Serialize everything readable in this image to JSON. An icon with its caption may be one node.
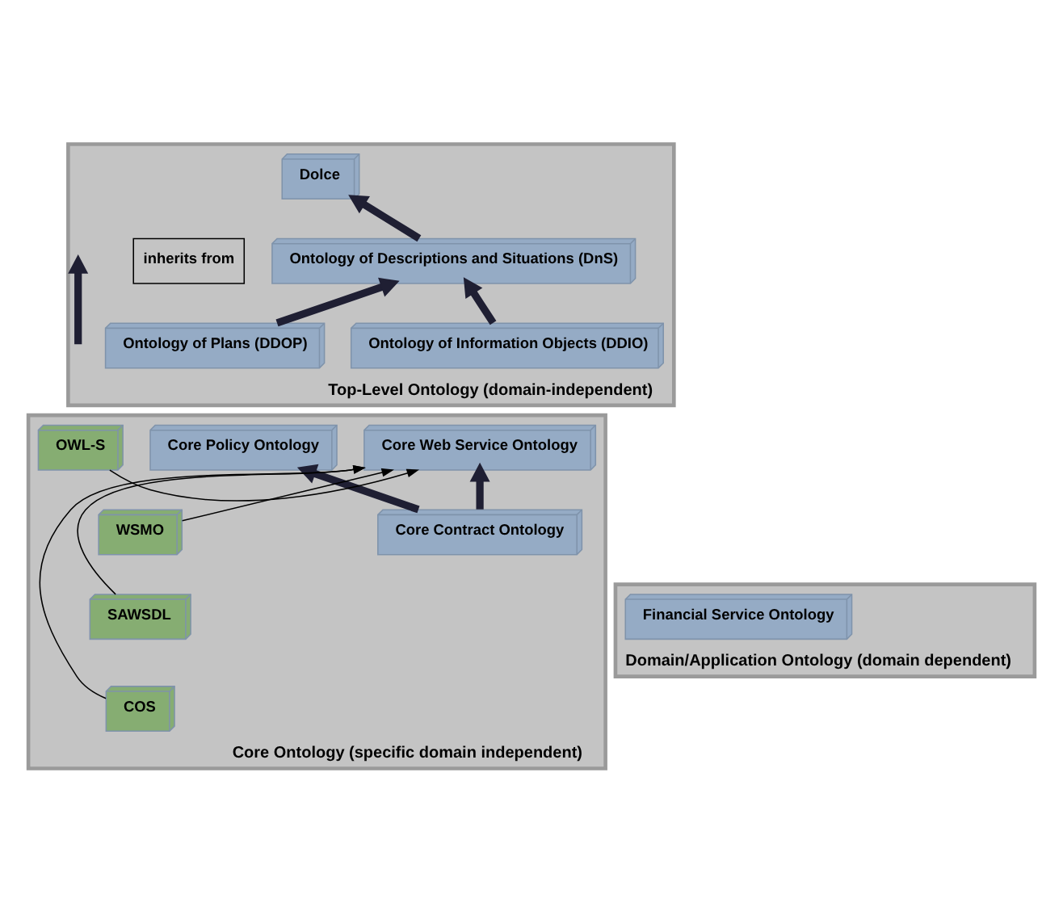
{
  "diagram": {
    "nodes": [
      {
        "text": [
          "Top-Level Ontology (domain-independent)"
        ]
      },
      {
        "text": [
          "Dolce"
        ],
        "in": 0
      },
      {
        "text": [
          "Ontology of Descriptions and Situations (DnS)"
        ],
        "in": 0
      },
      {
        "text": [
          "Ontology of Information Objects (DDIO)"
        ],
        "in": 0
      },
      {
        "text": [
          "Ontology of Plans (DDOP)"
        ],
        "in": 0
      },
      {
        "text": [
          "Core Ontology (specific domain independent)"
        ]
      },
      {
        "text": [
          "Core Policy Ontology"
        ],
        "in": 5
      },
      {
        "text": [
          "Core Web Service Ontology"
        ],
        "in": 5
      },
      {
        "text": [
          "Core Contract Ontology"
        ],
        "in": 5
      },
      {
        "text": [
          "OWL-S"
        ],
        "in": 5
      },
      {
        "text": [
          "WSMO"
        ],
        "in": 5
      },
      {
        "text": [
          "SAWSDL"
        ],
        "in": 5
      },
      {
        "text": [
          "COS"
        ],
        "in": 5
      },
      {
        "text": [
          "Domain/Application Ontology (domain dependent)"
        ]
      },
      {
        "text": [
          "Financial Service Ontology"
        ],
        "in": 13
      }
    ],
    "edges": [
      {
        "from": 2,
        "to": 1,
        "arrow": "to"
      },
      {
        "from": 3,
        "to": 2,
        "arrow": "to"
      },
      {
        "from": 4,
        "to": 2,
        "arrow": "to"
      },
      {
        "from": 8,
        "to": 6,
        "arrow": "to"
      },
      {
        "from": 8,
        "to": 7,
        "arrow": "to"
      },
      {
        "from": 9,
        "to": 7,
        "arrow": "to",
        "color": "#000000"
      },
      {
        "from": 10,
        "to": 7,
        "arrow": "to",
        "color": "#000000"
      },
      {
        "from": 11,
        "to": 7,
        "arrow": "to",
        "color": "#000000"
      },
      {
        "from": 12,
        "to": 7,
        "arrow": "to",
        "color": "#000000"
      }
    ],
    "legend": [
      {
        "text": "inherits from"
      }
    ]
  }
}
